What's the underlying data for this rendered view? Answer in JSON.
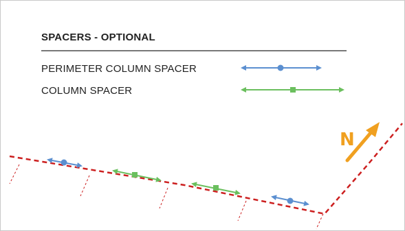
{
  "legend": {
    "title": "SPACERS - OPTIONAL",
    "items": [
      {
        "label": "PERIMETER COLUMN SPACER",
        "color": "#5b8fd0",
        "marker": "circle"
      },
      {
        "label": "COLUMN SPACER",
        "color": "#6bbf5e",
        "marker": "square"
      }
    ]
  },
  "north": {
    "label": "N",
    "color": "#f0a020"
  },
  "colors": {
    "grid_line": "#cc1f1f",
    "unit_fill": "#1a1a1a"
  },
  "diagram": {
    "units": 5,
    "spacers": [
      "perimeter",
      "column",
      "column",
      "perimeter"
    ]
  }
}
